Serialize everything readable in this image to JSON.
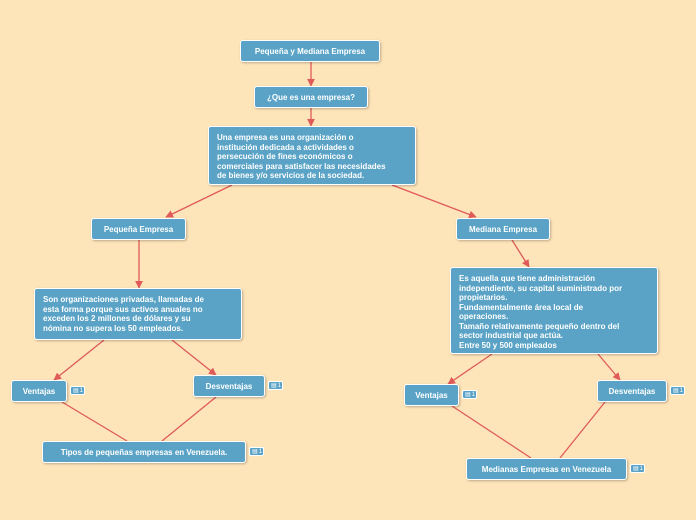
{
  "colors": {
    "background": "#fde4b9",
    "node": "#5aa3c6",
    "edge": "#e05a5a",
    "node_text": "#ffffff"
  },
  "nodes": {
    "root": "Pequeña y Mediana Empresa",
    "question": "¿Que es una empresa?",
    "definition": "Una empresa es una organización o\ninstitución dedicada a actividades o\npersecución de fines económicos o\ncomerciales para satisfacer las necesidades\nde bienes y/o servicios de la sociedad.",
    "pequena": "Pequeña Empresa",
    "mediana": "Mediana Empresa",
    "pequena_desc": "Son organizaciones privadas, llamadas de\nesta forma porque sus activos anuales no\nexceden los 2 millones de dólares y su\nnómina no supera los 50 empleados.",
    "mediana_desc": "Es aquella que tiene administración\nindependiente, su capital suministrado por\npropietarios.\nFundamentalmente área local de\noperaciones.\nTamaño relativamente pequeño dentro del\nsector industrial que actúa.\nEntre 50 y 500 empleados",
    "p_ventajas": "Ventajas",
    "p_desventajas": "Desventajas",
    "p_tipos": "Tipos de pequeñas empresas en Venezuela.",
    "m_ventajas": "Ventajas",
    "m_desventajas": "Desventajas",
    "m_tipos": "Medianas Empresas en Venezuela"
  },
  "comment_badges": {
    "p_ventajas": "1",
    "p_desventajas": "1",
    "p_tipos": "1",
    "m_ventajas": "1",
    "m_desventajas": "1",
    "m_tipos": "1"
  },
  "icons": {
    "comment": "comment-icon"
  }
}
